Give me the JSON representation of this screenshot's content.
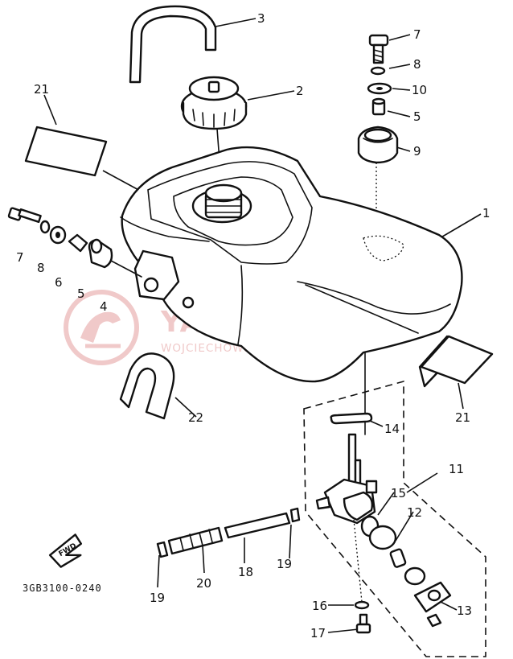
{
  "diagram": {
    "drawing_code": "3GB3100-0240",
    "direction_label": "FWD",
    "watermark": {
      "title": "YAMA-SKLEP.PL",
      "subtitle": "WOJCIECHOWSKI DEALER YAMAHA"
    },
    "callouts": {
      "c1": "1",
      "c2": "2",
      "c3": "3",
      "c4": "4",
      "c5a": "5",
      "c5b": "5",
      "c6": "6",
      "c7a": "7",
      "c7b": "7",
      "c8a": "8",
      "c8b": "8",
      "c9": "9",
      "c10": "10",
      "c11": "11",
      "c12": "12",
      "c13": "13",
      "c14": "14",
      "c15": "15",
      "c16": "16",
      "c17": "17",
      "c18": "18",
      "c19a": "19",
      "c19b": "19",
      "c20": "20",
      "c21a": "21",
      "c21b": "21",
      "c22": "22"
    }
  }
}
